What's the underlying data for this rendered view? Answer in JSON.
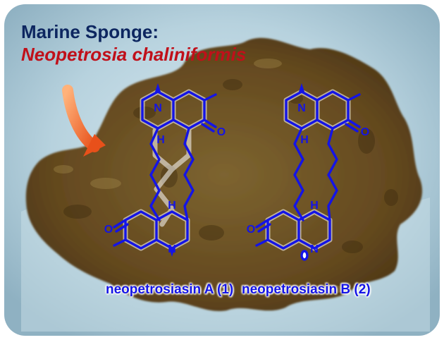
{
  "header": {
    "title": "Marine Sponge:",
    "species": "Neopetrosia chaliniformis"
  },
  "compounds": [
    {
      "name": "neopetrosiasin A (1)"
    },
    {
      "name": "neopetrosiasin B (2)"
    }
  ],
  "atom_labels": {
    "nitrogen": "N",
    "oxygen": "O",
    "hydrogen": "H"
  },
  "colors": {
    "structure": "#1414e6",
    "title": "#0d2660",
    "species": "#c0101a",
    "arrow": "#f0641e",
    "sponge": "#6e5424",
    "background": "#b9d4e0"
  },
  "icons": {
    "pointer": "arrow-icon"
  }
}
